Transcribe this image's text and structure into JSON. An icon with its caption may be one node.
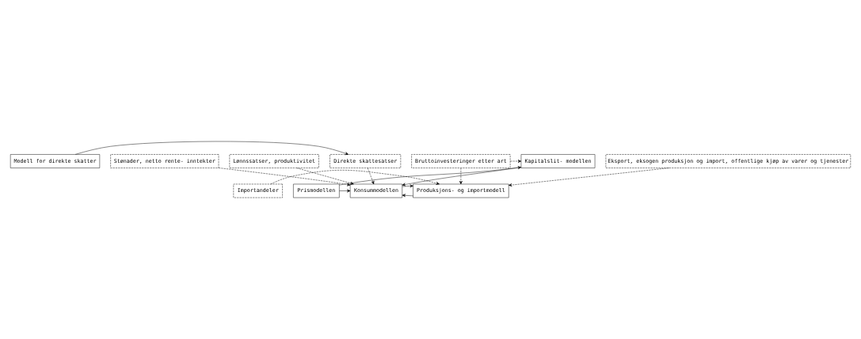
{
  "diagram": {
    "nodes": [
      {
        "text": [
          "Kapitalslit- modellen"
        ]
      },
      {
        "text": [
          "Bruttoinvesteringer etter art"
        ]
      },
      {
        "text": [
          "Eksport, eksogen produksjon og import, offentlige kjøp av varer og tjenester"
        ]
      },
      {
        "text": [
          "Prismodellen"
        ]
      },
      {
        "text": [
          "Konsummodellen"
        ]
      },
      {
        "text": [
          "Produksjons- og importmodell"
        ]
      },
      {
        "text": [
          "Importandeler"
        ]
      },
      {
        "text": [
          "Modell for direkte skatter"
        ]
      },
      {
        "text": [
          "Direkte skattesatser"
        ]
      },
      {
        "text": [
          "Stønader, netto rente- inntekter"
        ]
      },
      {
        "text": [
          "Lønnssatser, produktivitet"
        ]
      }
    ],
    "edges": [
      {
        "from": 1,
        "to": 0,
        "arrow": "to",
        "style": "dashed"
      },
      {
        "from": 0,
        "to": 4,
        "arrow": "to"
      },
      {
        "from": 3,
        "to": 0,
        "arrow": "to"
      },
      {
        "from": 3,
        "to": 4,
        "arrow": "to"
      },
      {
        "from": 5,
        "to": 4,
        "arrow": "to"
      },
      {
        "from": 4,
        "to": 5,
        "arrow": "to"
      },
      {
        "from": 1,
        "to": 5,
        "arrow": "to",
        "style": "dashed"
      },
      {
        "from": 2,
        "to": 5,
        "arrow": "to",
        "style": "dashed"
      },
      {
        "from": 6,
        "to": 5,
        "arrow": "to",
        "style": "dashed"
      },
      {
        "from": 7,
        "to": 8,
        "arrow": "to"
      },
      {
        "from": 8,
        "to": 4,
        "arrow": "to",
        "style": "dashed"
      },
      {
        "from": 9,
        "to": 4,
        "arrow": "to",
        "style": "dashed"
      },
      {
        "from": 10,
        "to": 4,
        "arrow": "to",
        "style": "dashed"
      }
    ]
  }
}
